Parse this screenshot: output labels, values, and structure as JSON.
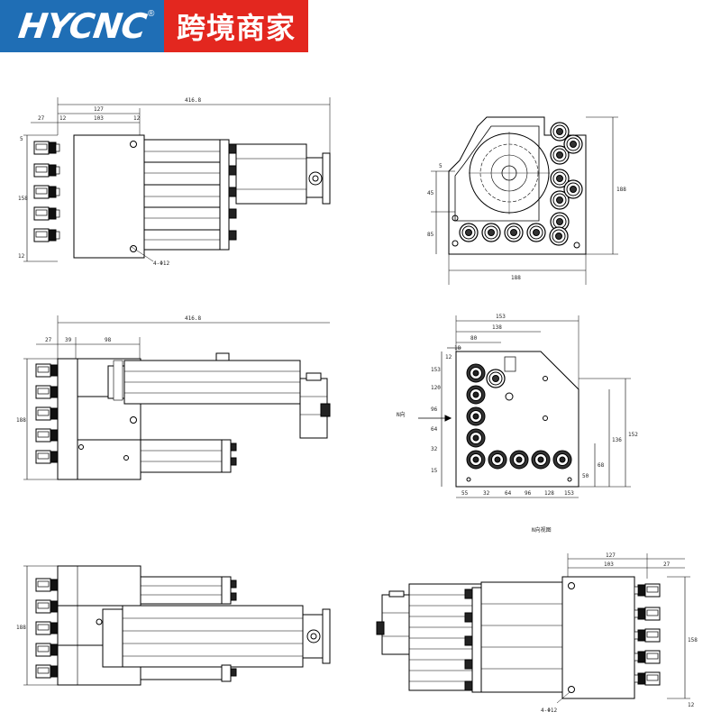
{
  "banner": {
    "logo": "HYCNC",
    "registered": "®",
    "brand": "跨境商家",
    "colors": {
      "logo_bg": "#1f6eb5",
      "brand_bg": "#e3271f",
      "text": "#ffffff"
    }
  },
  "views": {
    "top_left": {
      "overall": "416.8",
      "d127": "127",
      "d12a": "12",
      "d103": "103",
      "d12b": "12",
      "d27": "27",
      "d158": "158",
      "d5": "5",
      "d12": "12",
      "holes": "4-Φ12"
    },
    "top_right": {
      "d188h": "188",
      "d188v": "188",
      "d45": "45",
      "d85": "85",
      "d5": "5"
    },
    "mid_left": {
      "overall": "416.8",
      "d27": "27",
      "d39": "39",
      "d98": "98",
      "d188": "188"
    },
    "mid_right": {
      "d153": "153",
      "d138": "138",
      "d80": "80",
      "d18": "18",
      "d12": "12",
      "v153": "153",
      "v120": "120",
      "v96": "96",
      "v64": "64",
      "v32": "32",
      "v15": "15",
      "r152": "152",
      "r136": "136",
      "r68": "68",
      "r50": "50",
      "b55": "55",
      "b32": "32",
      "b64": "64",
      "b96": "96",
      "b128": "128",
      "b153": "153",
      "n_dir": "N向",
      "caption": "N向视图"
    },
    "bottom_left": {
      "d188": "188"
    },
    "bottom_right": {
      "d127": "127",
      "d103": "103",
      "d27": "27",
      "d158": "158",
      "d12": "12",
      "holes": "4-Φ12"
    }
  }
}
